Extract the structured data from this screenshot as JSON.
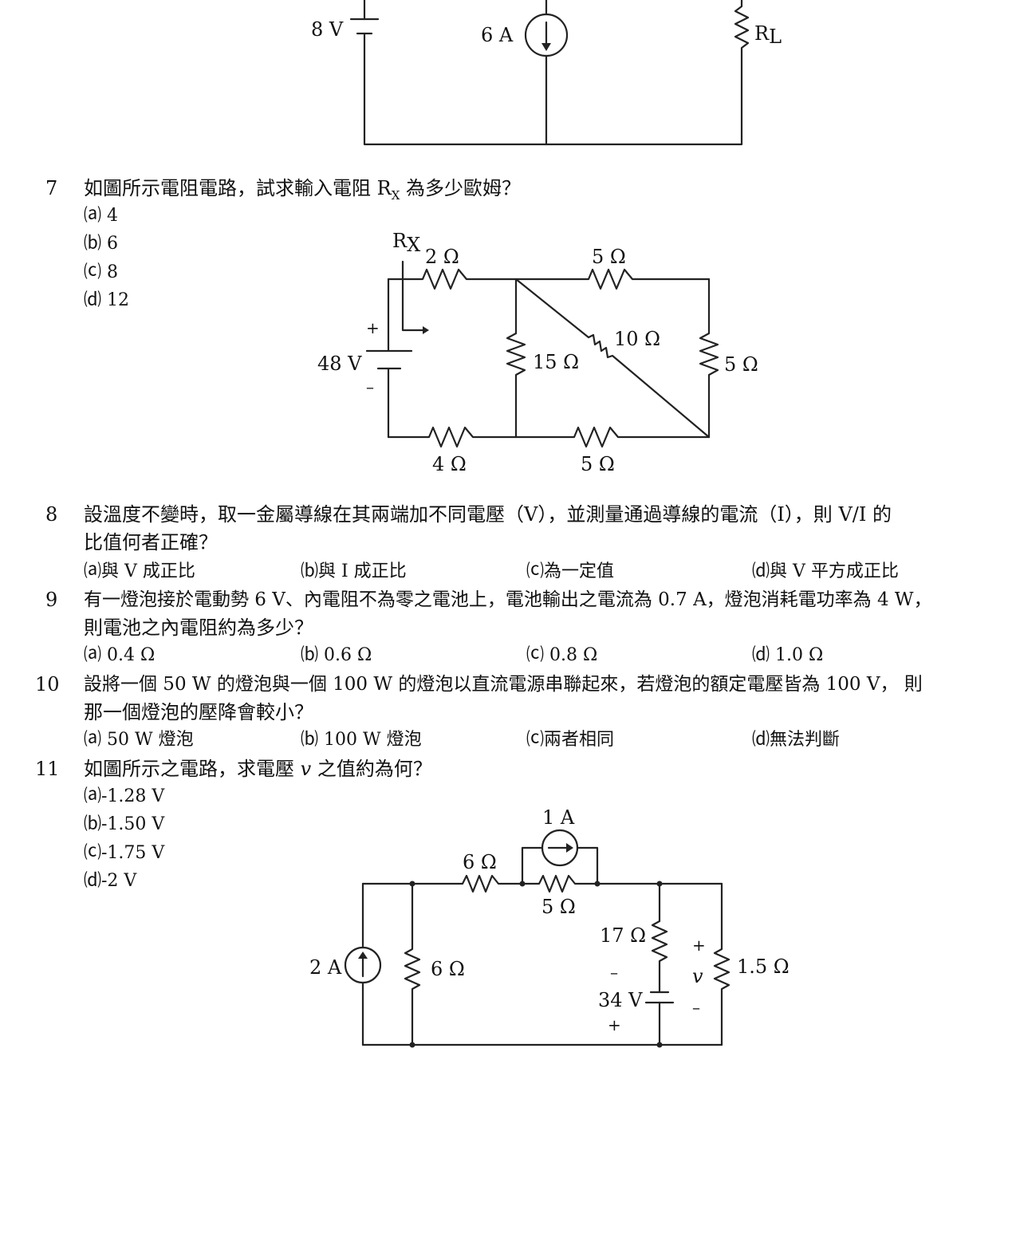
{
  "fig_top": {
    "labels": {
      "voltage": "8 V",
      "current": "6 A",
      "load": "R",
      "load_sub": "L"
    }
  },
  "q7": {
    "number": "7",
    "stem_pre": "如圖所示電阻電路，試求輸入電阻 R",
    "stem_sub": "X",
    "stem_post": " 為多少歐姆？",
    "options": [
      "⒜ 4",
      "⒝ 6",
      "⒞ 8",
      "⒟ 12"
    ],
    "figure": {
      "rx": "R",
      "rx_sub": "X",
      "r_2": "2 Ω",
      "r_5top": "5 Ω",
      "r_10": "10 Ω",
      "r_15": "15 Ω",
      "r_5right": "5 Ω",
      "r_4": "4 Ω",
      "r_5bottom": "5 Ω",
      "source": "48 V",
      "plus": "+",
      "minus": "–"
    }
  },
  "q8": {
    "number": "8",
    "stem_line1": "設溫度不變時，取一金屬導線在其兩端加不同電壓（V），並測量通過導線的電流（I），則 V/I 的",
    "stem_line2": "比值何者正確？",
    "options": [
      "⒜與 V 成正比",
      "⒝與 I 成正比",
      "⒞為一定值",
      "⒟與 V 平方成正比"
    ]
  },
  "q9": {
    "number": "9",
    "stem_line1": "有一燈泡接於電動勢 6 V、內電阻不為零之電池上，電池輸出之電流為 0.7 A，燈泡消耗電功率為 4 W，",
    "stem_line2": "則電池之內電阻約為多少？",
    "options": [
      "⒜ 0.4 Ω",
      "⒝ 0.6 Ω",
      "⒞ 0.8 Ω",
      "⒟ 1.0 Ω"
    ]
  },
  "q10": {
    "number": "10",
    "stem_line1": "設將一個 50 W 的燈泡與一個 100 W 的燈泡以直流電源串聯起來，若燈泡的額定電壓皆為 100 V， 則",
    "stem_line2": "那一個燈泡的壓降會較小？",
    "options": [
      "⒜ 50 W 燈泡",
      "⒝ 100 W 燈泡",
      "⒞兩者相同",
      "⒟無法判斷"
    ]
  },
  "q11": {
    "number": "11",
    "stem_pre": "如圖所示之電路，求電壓 ",
    "stem_var": "v",
    "stem_post": " 之值約為何？",
    "options": [
      "⒜-1.28 V",
      "⒝-1.50 V",
      "⒞-1.75 V",
      "⒟-2 V"
    ],
    "figure": {
      "i_top": "1 A",
      "r_6top": "6 Ω",
      "r_5": "5 Ω",
      "r_17": "17 Ω",
      "i_left": "2 A",
      "r_6left": "6 Ω",
      "v_34": "34 V",
      "r_15": "1.5 Ω",
      "minus": "–",
      "plus": "+",
      "v": "v"
    }
  }
}
